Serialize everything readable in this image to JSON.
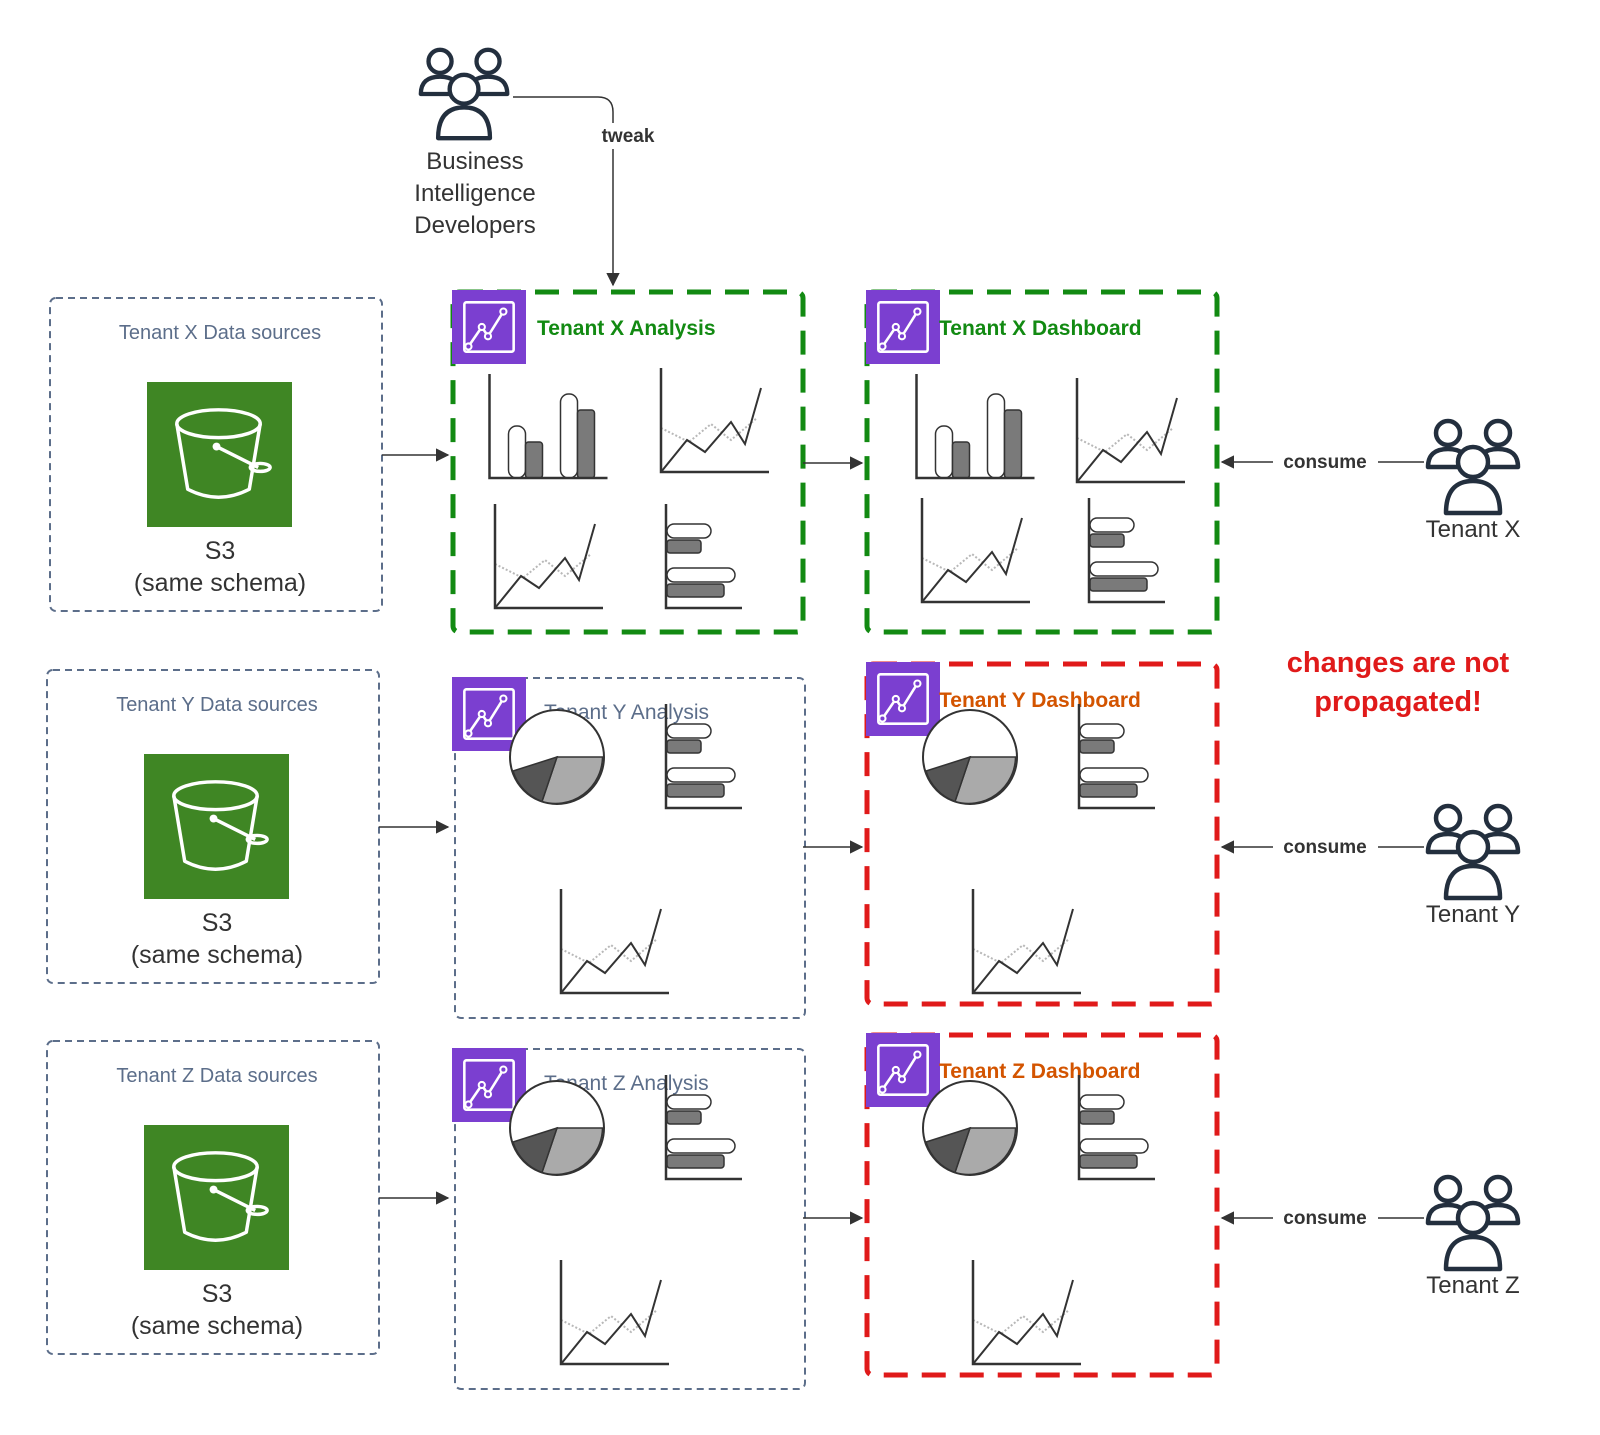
{
  "colors": {
    "tenant_x_border": "#128a12",
    "changes_warning": "#e01a1a",
    "dashboard_label_orange": "#d35400",
    "dashed_gray": "#5c6e8a",
    "s3_green": "#3f8624",
    "quicksight_purple": "#7b3fd0",
    "icon_navy": "#232f3e",
    "chart_gray": "#7a7a7a"
  },
  "bi_developers": {
    "icon": "users-icon",
    "label_lines": [
      "Business",
      "Intelligence",
      "Developers"
    ],
    "tweak_label": "tweak"
  },
  "warning": {
    "lines": [
      "changes are not",
      "propagated!"
    ]
  },
  "tenants": [
    {
      "id": "x",
      "data_sources_label": "Tenant X Data sources",
      "s3_icon": "s3-bucket-icon",
      "s3_label": "S3",
      "s3_sublabel": "(same schema)",
      "analysis_label": "Tenant X Analysis",
      "analysis_icon": "quicksight-icon",
      "dashboard_label": "Tenant X Dashboard",
      "dashboard_icon": "quicksight-icon",
      "consume_label": "consume",
      "tenant_label": "Tenant X",
      "tenant_icon": "users-icon"
    },
    {
      "id": "y",
      "data_sources_label": "Tenant Y Data sources",
      "s3_icon": "s3-bucket-icon",
      "s3_label": "S3",
      "s3_sublabel": "(same schema)",
      "analysis_label": "Tenant Y Analysis",
      "analysis_icon": "quicksight-icon",
      "dashboard_label": "Tenant Y Dashboard",
      "dashboard_icon": "quicksight-icon",
      "consume_label": "consume",
      "tenant_label": "Tenant Y",
      "tenant_icon": "users-icon"
    },
    {
      "id": "z",
      "data_sources_label": "Tenant Z Data sources",
      "s3_icon": "s3-bucket-icon",
      "s3_label": "S3",
      "s3_sublabel": "(same schema)",
      "analysis_label": "Tenant Z Analysis",
      "analysis_icon": "quicksight-icon",
      "dashboard_label": "Tenant Z Dashboard",
      "dashboard_icon": "quicksight-icon",
      "consume_label": "consume",
      "tenant_label": "Tenant Z",
      "tenant_icon": "users-icon"
    }
  ]
}
